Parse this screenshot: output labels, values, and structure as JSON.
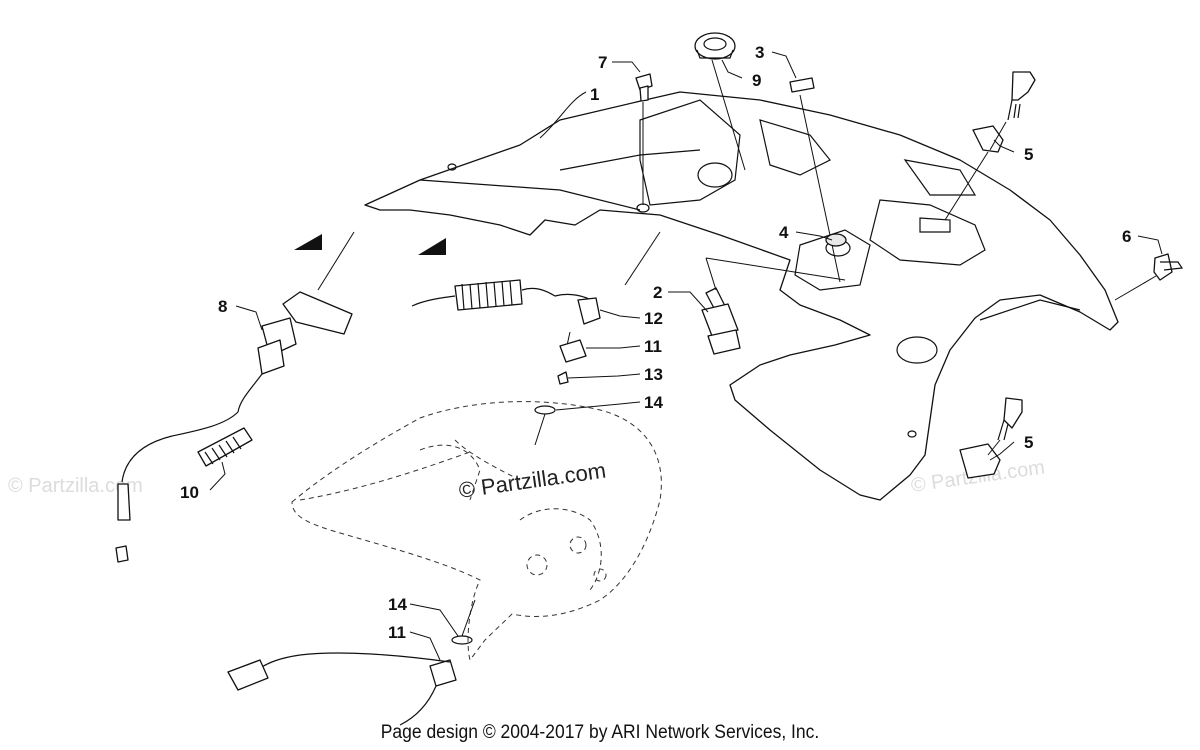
{
  "diagram": {
    "callouts": [
      "1",
      "2",
      "3",
      "4",
      "5",
      "5",
      "6",
      "7",
      "8",
      "9",
      "10",
      "11",
      "11",
      "12",
      "13",
      "14",
      "14"
    ],
    "watermarks": {
      "center": "© Partzilla.com",
      "left": "© Partzilla.com",
      "right": "© Partzilla.com"
    },
    "footer": "Page design © 2004-2017 by ARI Network Services, Inc."
  }
}
